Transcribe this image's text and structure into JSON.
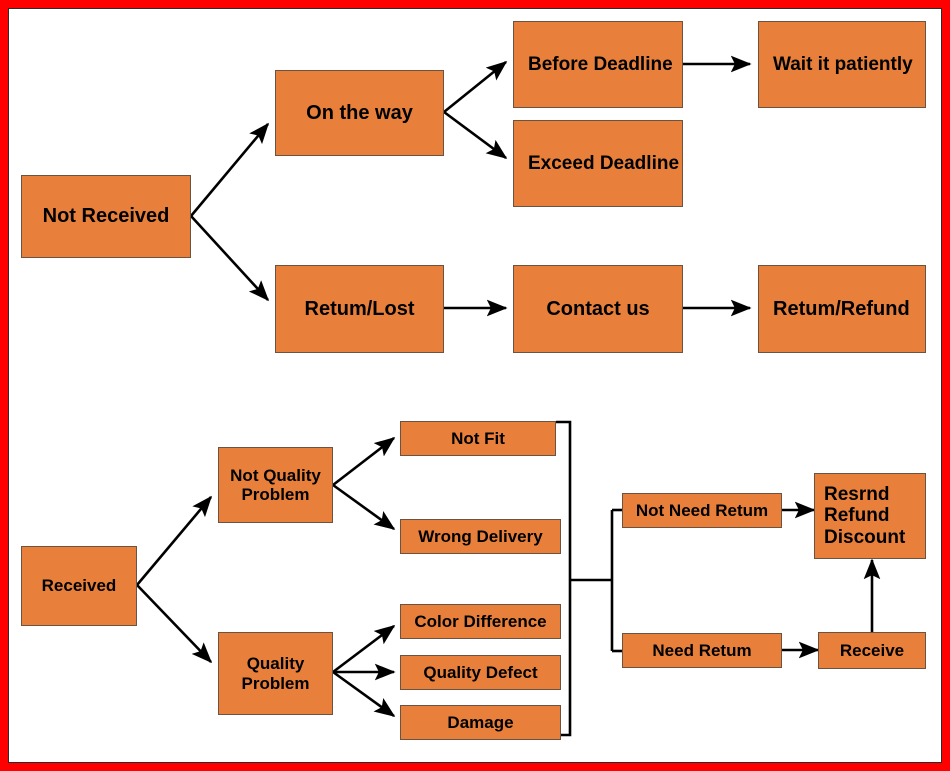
{
  "diagram": {
    "title": "Order Status Flowchart",
    "frame_color": "#fe0000",
    "node_fill": "#e8803c",
    "node_border": "#6b5340",
    "edge_color": "#000000",
    "background": "#ffffff"
  },
  "flows": {
    "not_received": {
      "root": "Not Received",
      "on_the_way": "On the way",
      "before_deadline": "Before Deadline",
      "exceed_deadline": "Exceed Deadline",
      "wait_it_patiently": "Wait it patiently",
      "return_lost": "Retum/Lost",
      "contact_us": "Contact us",
      "return_refund": "Retum/Refund"
    },
    "received": {
      "root": "Received",
      "not_quality_problem": "Not Quality\nProblem",
      "quality_problem": "Quality\nProblem",
      "not_fit": "Not Fit",
      "wrong_delivery": "Wrong Delivery",
      "color_difference": "Color Difference",
      "quality_defect": "Quality Defect",
      "damage": "Damage",
      "not_need_return": "Not Need Retum",
      "need_return": "Need Retum",
      "resend_refund_discount": "Resrnd\nRefund\nDiscount",
      "receive": "Receive"
    }
  }
}
